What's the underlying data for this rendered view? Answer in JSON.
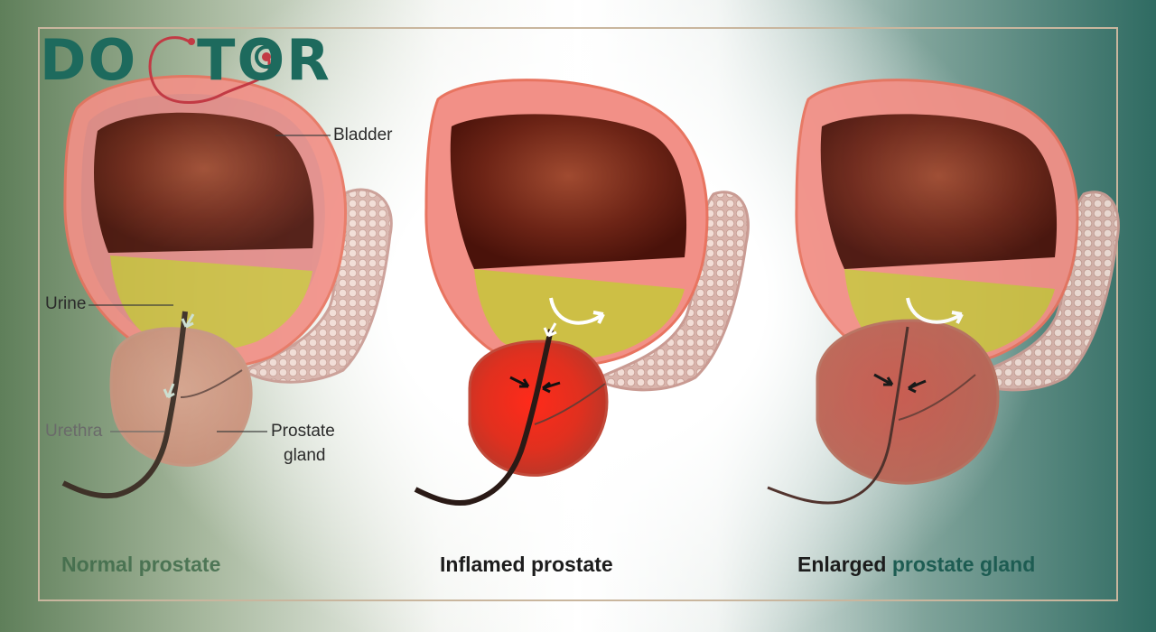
{
  "brand": {
    "logo_left": "DO",
    "logo_right": "TOR",
    "logo_color": "#1d6a5d",
    "logo_icon": "stethoscope-icon"
  },
  "labels": {
    "bladder": "Bladder",
    "urine": "Urine",
    "urethra": "Urethra",
    "prostate_gland_line1": "Prostate",
    "prostate_gland_line2": "gland"
  },
  "captions": {
    "normal": "Normal prostate",
    "inflamed": "Inflamed prostate",
    "enlarged_a": "Enlarged ",
    "enlarged_b": "prostate gland"
  },
  "colors": {
    "caption_normal": "#3f6b4a",
    "caption_dark": "#1c1c1c",
    "caption_teal": "#1d5c52",
    "frame": "#c9b69e",
    "bladder_outer": "#f08a82",
    "bladder_inner": "#6b1e14",
    "urine": "#cfc24a",
    "prostate_normal": "#d9a08a",
    "prostate_inflamed": "#d9281e",
    "prostate_enlarged": "#c8675c"
  }
}
